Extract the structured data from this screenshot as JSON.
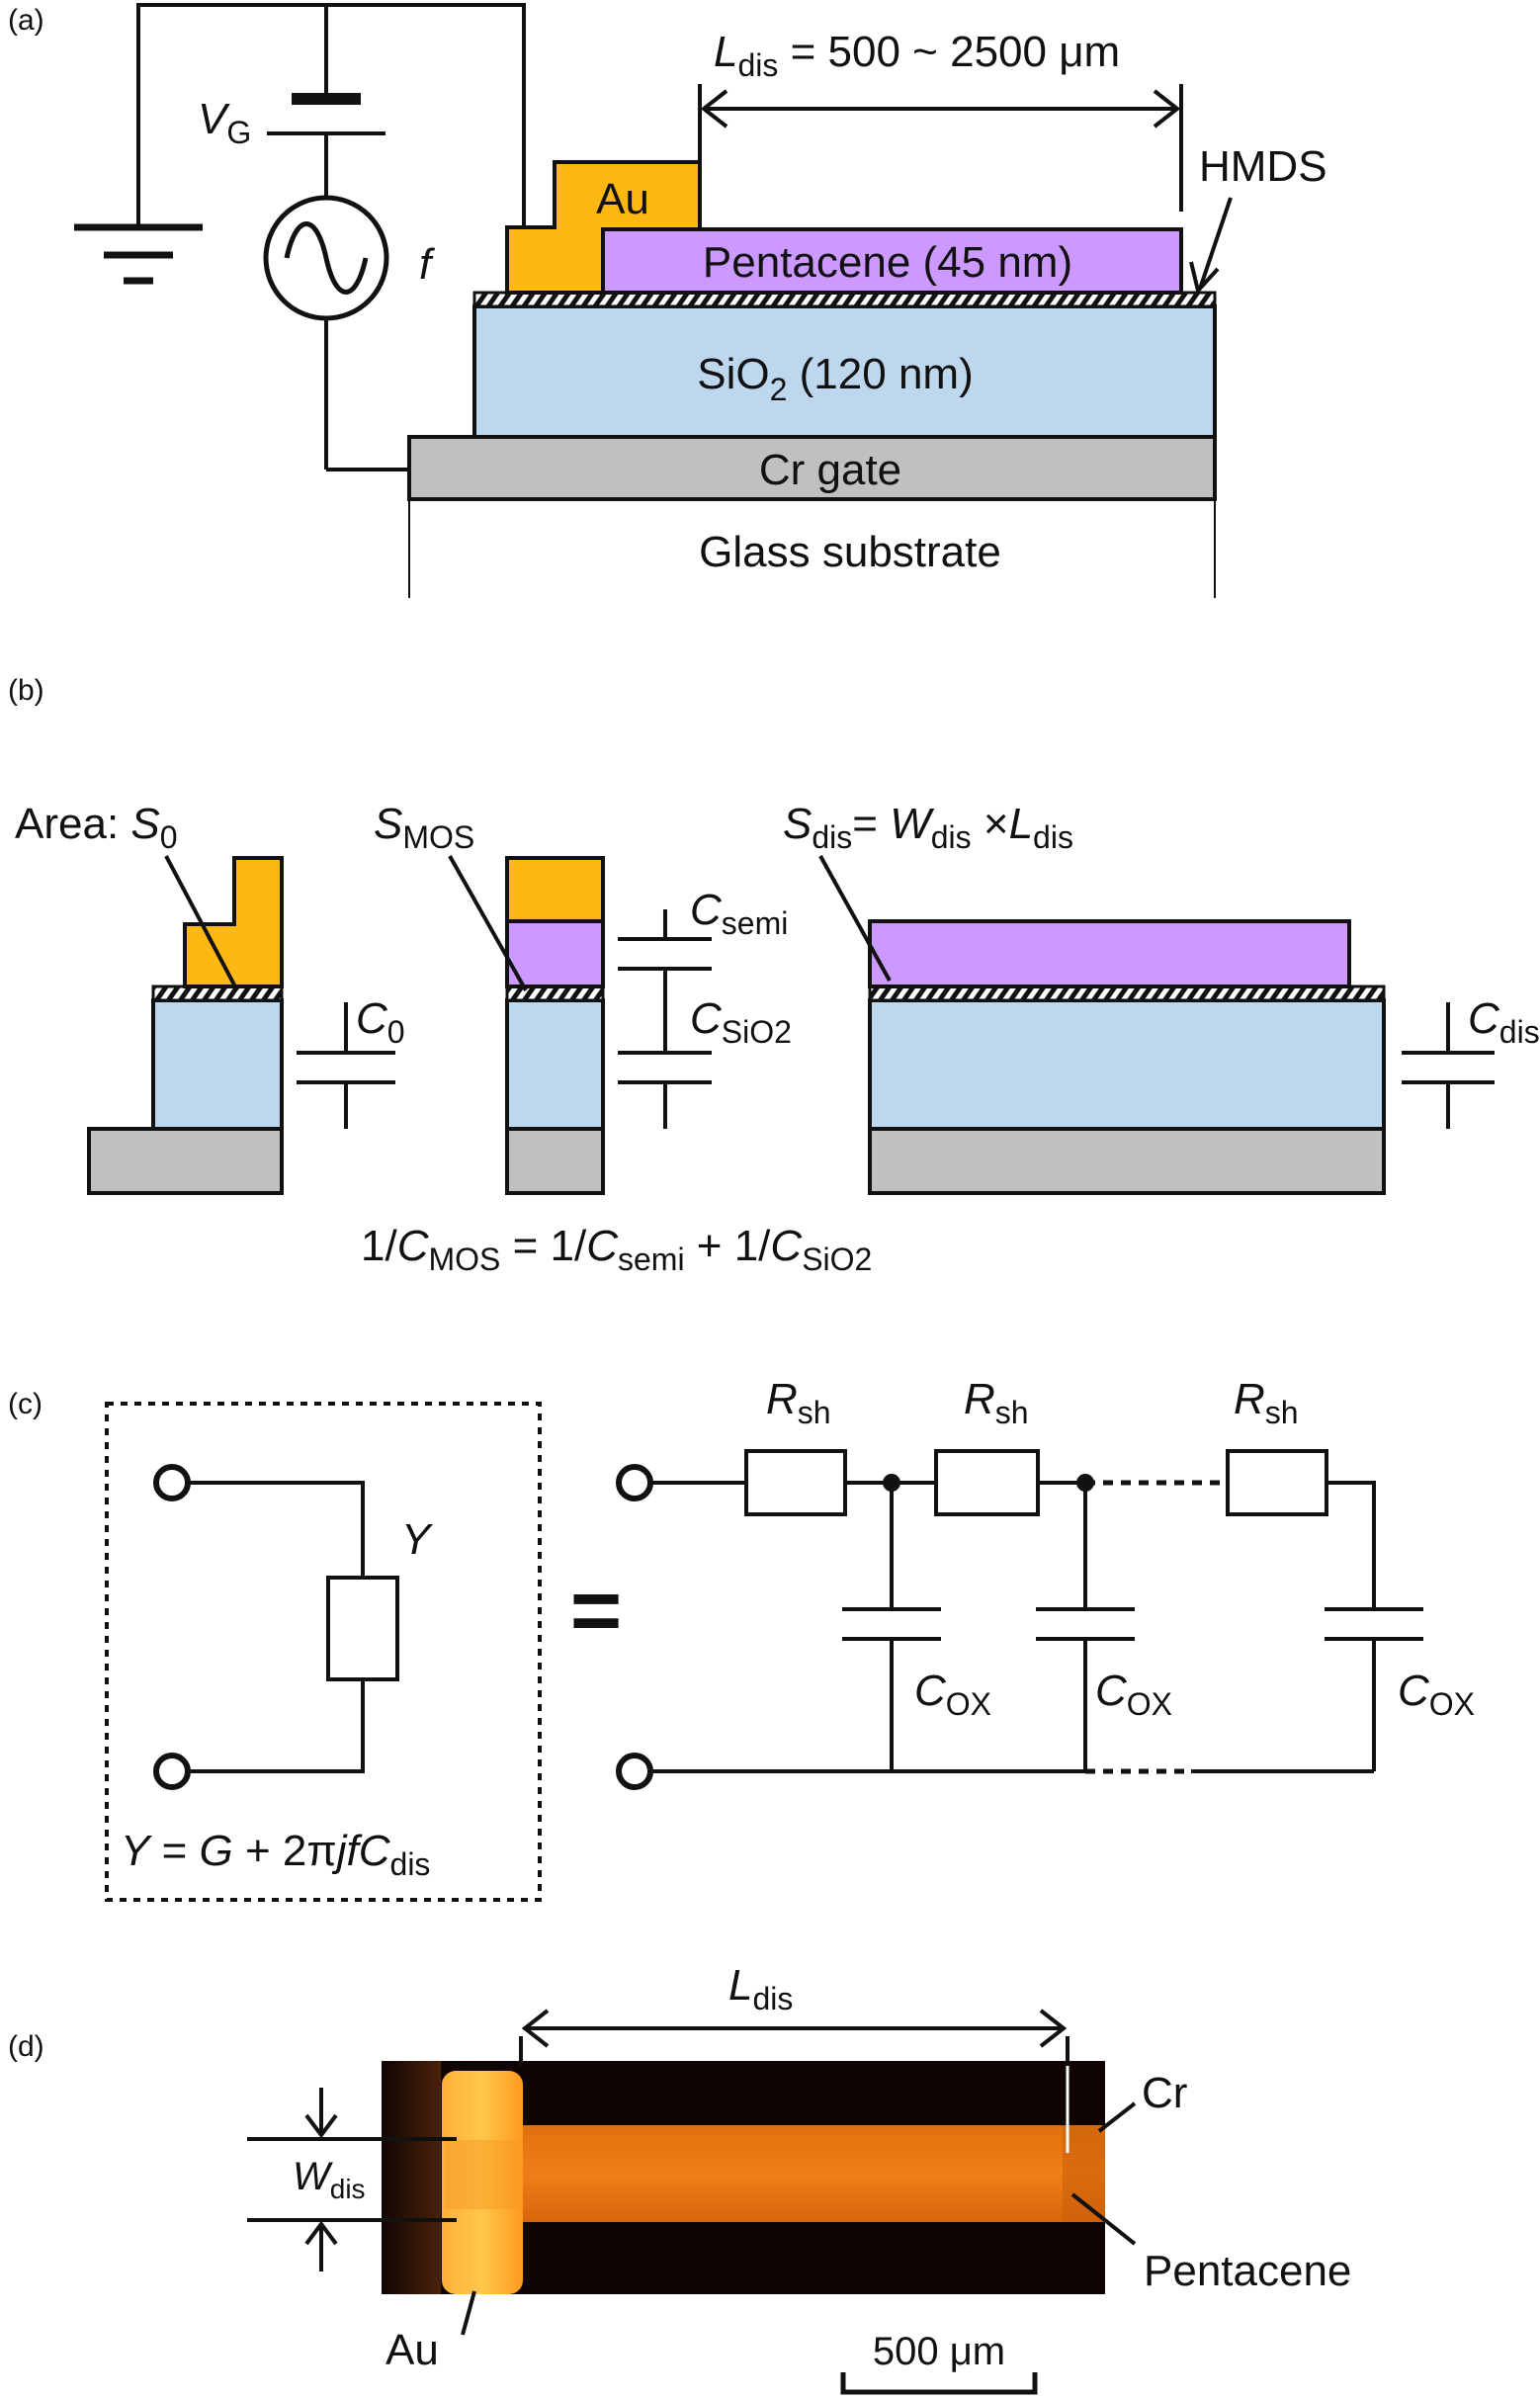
{
  "panels": {
    "a": {
      "tag": "(a)",
      "vg_main": "V",
      "vg_sub": "G",
      "freq": "f",
      "ldis_main": "L",
      "ldis_sub": "dis",
      "ldis_value": "= 500 ~ 2500 μm",
      "hmds": "HMDS",
      "au": "Au",
      "pentacene": "Pentacene (45 nm)",
      "sio2_pre": "SiO",
      "sio2_sub": "2",
      "sio2_post": "(120 nm)",
      "cr_gate": "Cr gate",
      "glass": "Glass substrate"
    },
    "b": {
      "tag": "(b)",
      "area_label": "Area: ",
      "s0_main": "S",
      "s0_sub": "0",
      "smos_main": "S",
      "smos_sub": "MOS",
      "sdis_main": "S",
      "sdis_sub": "dis",
      "sdis_eq": "= ",
      "wdis_main": "W",
      "wdis_sub": "dis",
      "times": "×",
      "ldis_main": "L",
      "ldis_sub": "dis",
      "c0_main": "C",
      "c0_sub": "0",
      "csemi_main": "C",
      "csemi_sub": "semi",
      "csio2_main": "C",
      "csio2_sub": "SiO2",
      "cdis_main": "C",
      "cdis_sub": "dis",
      "eq_1": "1/",
      "eq_cmos_main": "C",
      "eq_cmos_sub": "MOS",
      "eq_2": " = 1/",
      "eq_csemi_main": "C",
      "eq_csemi_sub": "semi",
      "eq_3": " + 1/",
      "eq_csio2_main": "C",
      "eq_csio2_sub": "SiO2"
    },
    "c": {
      "tag": "(c)",
      "y_label": "Y",
      "equals": "=",
      "eq_y": "Y",
      "eq_mid": " = ",
      "eq_g": "G",
      "eq_plus": " + 2π",
      "eq_jf": "jf",
      "eq_c": "C",
      "eq_c_sub": "dis",
      "rsh_main": "R",
      "rsh_sub": "sh",
      "cox_main": "C",
      "cox_sub": "OX"
    },
    "d": {
      "tag": "(d)",
      "ldis_main": "L",
      "ldis_sub": "dis",
      "wdis_main": "W",
      "wdis_sub": "dis",
      "cr": "Cr",
      "pentacene": "Pentacene",
      "au": "Au",
      "scale": "500 μm"
    }
  },
  "colors": {
    "au": "#FDB813",
    "pentacene": "#CC99FF",
    "sio2": "#BDD7EE",
    "cr": "#C0C0C0",
    "photo_bg": "#0E0402",
    "photo_strip": "#E8740C",
    "photo_au": "#FF9E1A"
  }
}
